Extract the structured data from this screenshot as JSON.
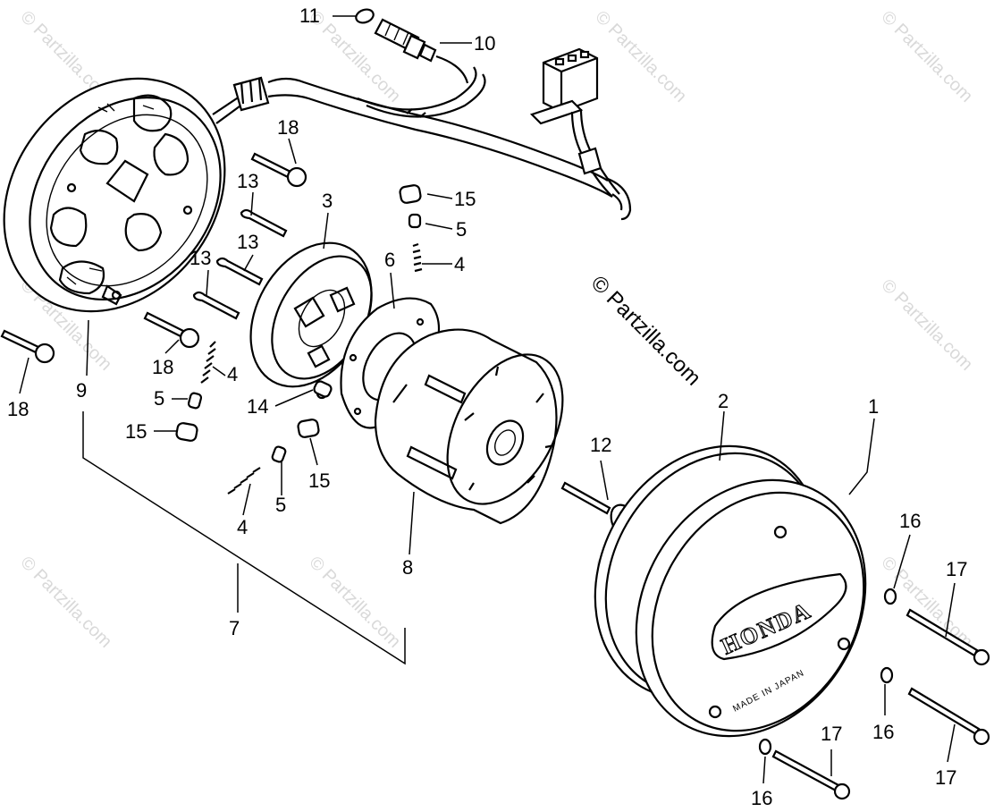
{
  "diagram": {
    "watermark_text": "© Partzilla.com",
    "copyright_text": "© Partzilla.com",
    "brand_emblem": "HONDA",
    "cover_text": "MADE IN JAPAN",
    "callouts": {
      "c1": "1",
      "c2": "2",
      "c3": "3",
      "c4a": "4",
      "c4b": "4",
      "c4c": "4",
      "c5a": "5",
      "c5b": "5",
      "c5c": "5",
      "c6": "6",
      "c7": "7",
      "c8": "8",
      "c9": "9",
      "c10": "10",
      "c11": "11",
      "c12": "12",
      "c13a": "13",
      "c13b": "13",
      "c13c": "13",
      "c14": "14",
      "c15a": "15",
      "c15b": "15",
      "c15c": "15",
      "c16a": "16",
      "c16b": "16",
      "c16c": "16",
      "c17a": "17",
      "c17b": "17",
      "c17c": "17",
      "c18a": "18",
      "c18b": "18",
      "c18c": "18"
    }
  }
}
